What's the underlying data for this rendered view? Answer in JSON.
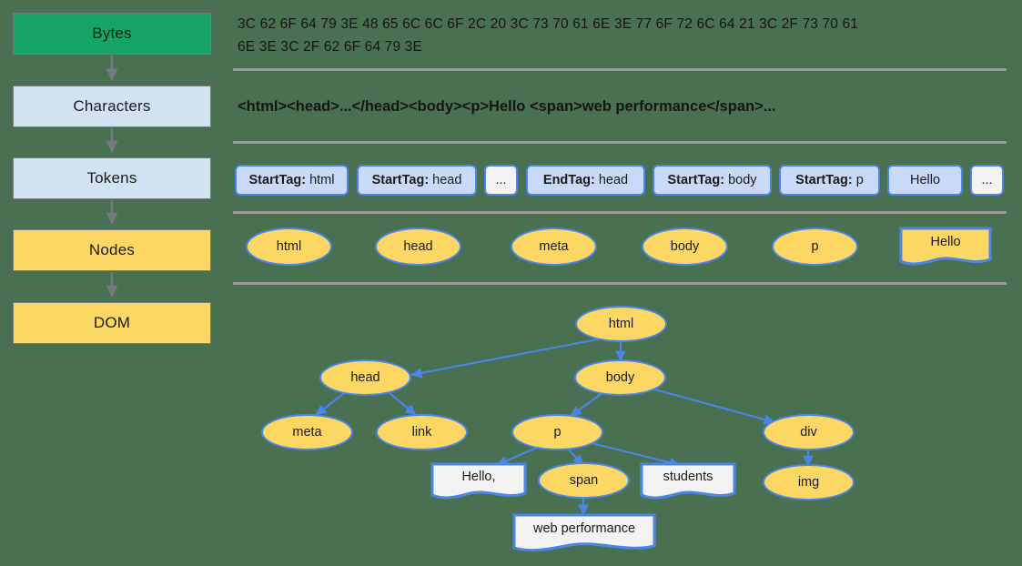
{
  "background_color": "#4a7052",
  "accent_blue": "#4a86e8",
  "node_yellow": "#fcd763",
  "token_blue": "#c9daf8",
  "stage_green": "#15a463",
  "pipeline": {
    "steps": [
      {
        "label": "Bytes",
        "style": "green"
      },
      {
        "label": "Characters",
        "style": "blue"
      },
      {
        "label": "Tokens",
        "style": "blue"
      },
      {
        "label": "Nodes",
        "style": "yellow"
      },
      {
        "label": "DOM",
        "style": "yellow"
      }
    ]
  },
  "bytes_row": {
    "line1": "3C 62 6F 64 79 3E 48 65 6C 6C 6F 2C 20 3C 73 70 61 6E 3E 77 6F 72 6C 64 21 3C 2F 73 70 61",
    "line2": "6E 3E 3C 2F 62 6F 64 79 3E"
  },
  "characters_row": {
    "text": "<html><head>...</head><body><p>Hello <span>web performance</span>..."
  },
  "tokens_row": {
    "items": [
      {
        "kind": "StartTag:",
        "value": "html",
        "type": "tag"
      },
      {
        "kind": "StartTag:",
        "value": "head",
        "type": "tag"
      },
      {
        "kind": "",
        "value": "...",
        "type": "ellipsis"
      },
      {
        "kind": "EndTag:",
        "value": "head",
        "type": "tag"
      },
      {
        "kind": "StartTag:",
        "value": "body",
        "type": "tag"
      },
      {
        "kind": "StartTag:",
        "value": "p",
        "type": "tag"
      },
      {
        "kind": "",
        "value": "Hello",
        "type": "text"
      },
      {
        "kind": "",
        "value": "...",
        "type": "ellipsis"
      }
    ]
  },
  "nodes_row": {
    "items": [
      {
        "label": "html",
        "shape": "ellipse"
      },
      {
        "label": "head",
        "shape": "ellipse"
      },
      {
        "label": "meta",
        "shape": "ellipse"
      },
      {
        "label": "body",
        "shape": "ellipse"
      },
      {
        "label": "p",
        "shape": "ellipse"
      },
      {
        "label": "Hello",
        "shape": "document"
      }
    ]
  },
  "dom_tree": {
    "nodes": [
      {
        "id": "html",
        "label": "html",
        "shape": "ellipse"
      },
      {
        "id": "head",
        "label": "head",
        "shape": "ellipse"
      },
      {
        "id": "body",
        "label": "body",
        "shape": "ellipse"
      },
      {
        "id": "meta",
        "label": "meta",
        "shape": "ellipse"
      },
      {
        "id": "link",
        "label": "link",
        "shape": "ellipse"
      },
      {
        "id": "p",
        "label": "p",
        "shape": "ellipse"
      },
      {
        "id": "div",
        "label": "div",
        "shape": "ellipse"
      },
      {
        "id": "hello",
        "label": "Hello,",
        "shape": "document"
      },
      {
        "id": "span",
        "label": "span",
        "shape": "ellipse"
      },
      {
        "id": "stud",
        "label": "students",
        "shape": "document"
      },
      {
        "id": "img",
        "label": "img",
        "shape": "ellipse"
      },
      {
        "id": "webp",
        "label": "web performance",
        "shape": "document"
      }
    ],
    "edges": [
      {
        "from": "html",
        "to": "head"
      },
      {
        "from": "html",
        "to": "body"
      },
      {
        "from": "head",
        "to": "meta"
      },
      {
        "from": "head",
        "to": "link"
      },
      {
        "from": "body",
        "to": "p"
      },
      {
        "from": "body",
        "to": "div"
      },
      {
        "from": "p",
        "to": "hello"
      },
      {
        "from": "p",
        "to": "span"
      },
      {
        "from": "p",
        "to": "stud"
      },
      {
        "from": "div",
        "to": "img"
      },
      {
        "from": "span",
        "to": "webp"
      }
    ]
  }
}
